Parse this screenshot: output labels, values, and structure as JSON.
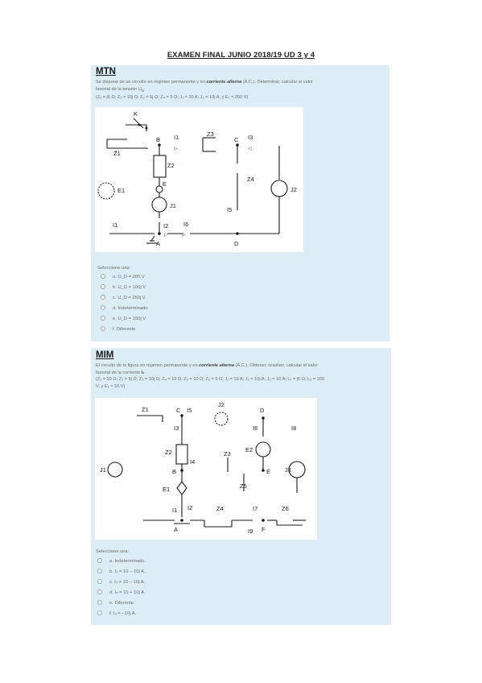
{
  "exam_title": "EXAMEN FINAL JUNIO 2018/19 UD 3 y 4",
  "q1": {
    "title": "MTN",
    "text1": "Se dispone de un circuito en régimen permanente y en",
    "text_bold": "corriente alterna",
    "text2": "(A.C.). Determinar, calcular el valor",
    "text3": "fasorial de la tensión U",
    "text3_sub": "D",
    "params": "(Z₁ = j5 Ω; Z₂ = 10j Ω; Z₃ = 5j Ω; Z₄ = 5 Ω; J₁ = 10 A; J₂ = 10j A; y E₁ = 200 V)",
    "select_label": "Seleccione una:",
    "options": [
      "a. U_D = 200 V",
      "b. U_D = 100j V",
      "c. U_D = 250j V",
      "d. Indeterminado",
      "e. U_D = 150j V",
      "f. Diferente"
    ],
    "labels": {
      "K": "K",
      "Z1": "Z̄1",
      "B": "B",
      "I1": "I1",
      "Z3": "Z3",
      "C": "C",
      "I3": "I3",
      "Z2": "Z2",
      "E": "E",
      "E1": "E1",
      "J1": "J1",
      "Z4": "Z4",
      "J2": "J2",
      "Il": "I1",
      "I2": "I2",
      "I6": "I6",
      "A": "A",
      "D": "D",
      "I5": "I5"
    }
  },
  "q2": {
    "title": "MIM",
    "text1": "El circuito de la figura en régimen permanente y en",
    "text_bold": "corriente alterna",
    "text2": "(A.C.). Obtener, resolver, calcular el valor",
    "text3": "fasorial de la corriente",
    "text3_var": "I₄",
    "params1": "(Z₁ = 50 Ω; Z₂ = 5j Ω; Z₃ = 10j Ω; Z₄ = 10 Ω; Z₅ = 10 Ω; Z₆ = 5 Ω; J₁ = 10 A; J₂ = 10j A; J₃ = 10 A; L₁ = j5 Ω; L₂ = 100",
    "params2": "V; y E₁ = 10 V)",
    "select_label": "Seleccione una:",
    "options": [
      "a. Indeterminado.",
      "b. I₄ = 10 − 10j A.",
      "c. I₄ = 10 − 10j A.",
      "d. I₄ = 10 + 10j A.",
      "e. Diferente.",
      "f. I₄ = −10j A."
    ],
    "labels": {
      "Z1": "Z1",
      "C": "C",
      "I5": "I5",
      "J2": "J2",
      "D": "D",
      "I6a": "I6",
      "I8": "I8",
      "I3": "I3",
      "J3": "J3",
      "Z2": "Z2",
      "Z3": "Z3",
      "E2": "E2",
      "E": "E",
      "J1": "J1",
      "B": "B",
      "I4": "I4",
      "E1": "E1",
      "Z5": "Z5",
      "I1": "I1",
      "I2": "I2",
      "Z4": "Z4",
      "I7": "I7",
      "Z6": "Z6",
      "A": "A",
      "I9": "I9",
      "F": "F"
    }
  }
}
